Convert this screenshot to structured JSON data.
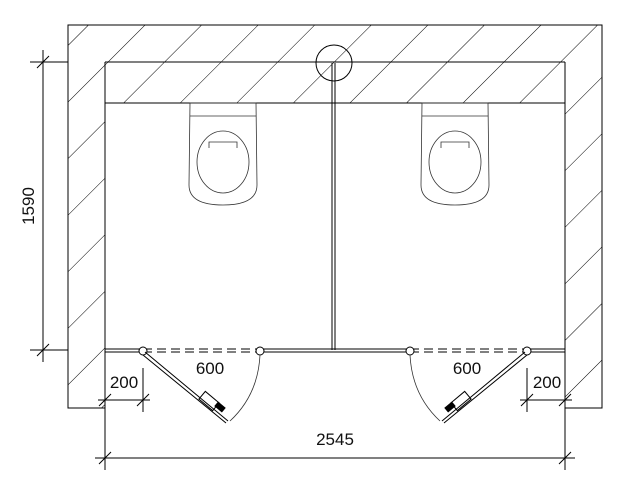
{
  "title": "Two-cubicle toilet plan",
  "dimensions": {
    "depth": "1590",
    "total_width": "2545",
    "door_left": "600",
    "door_right": "600",
    "offset_left": "200",
    "offset_right": "200"
  },
  "colors": {
    "line": "#000000",
    "background": "#ffffff"
  }
}
